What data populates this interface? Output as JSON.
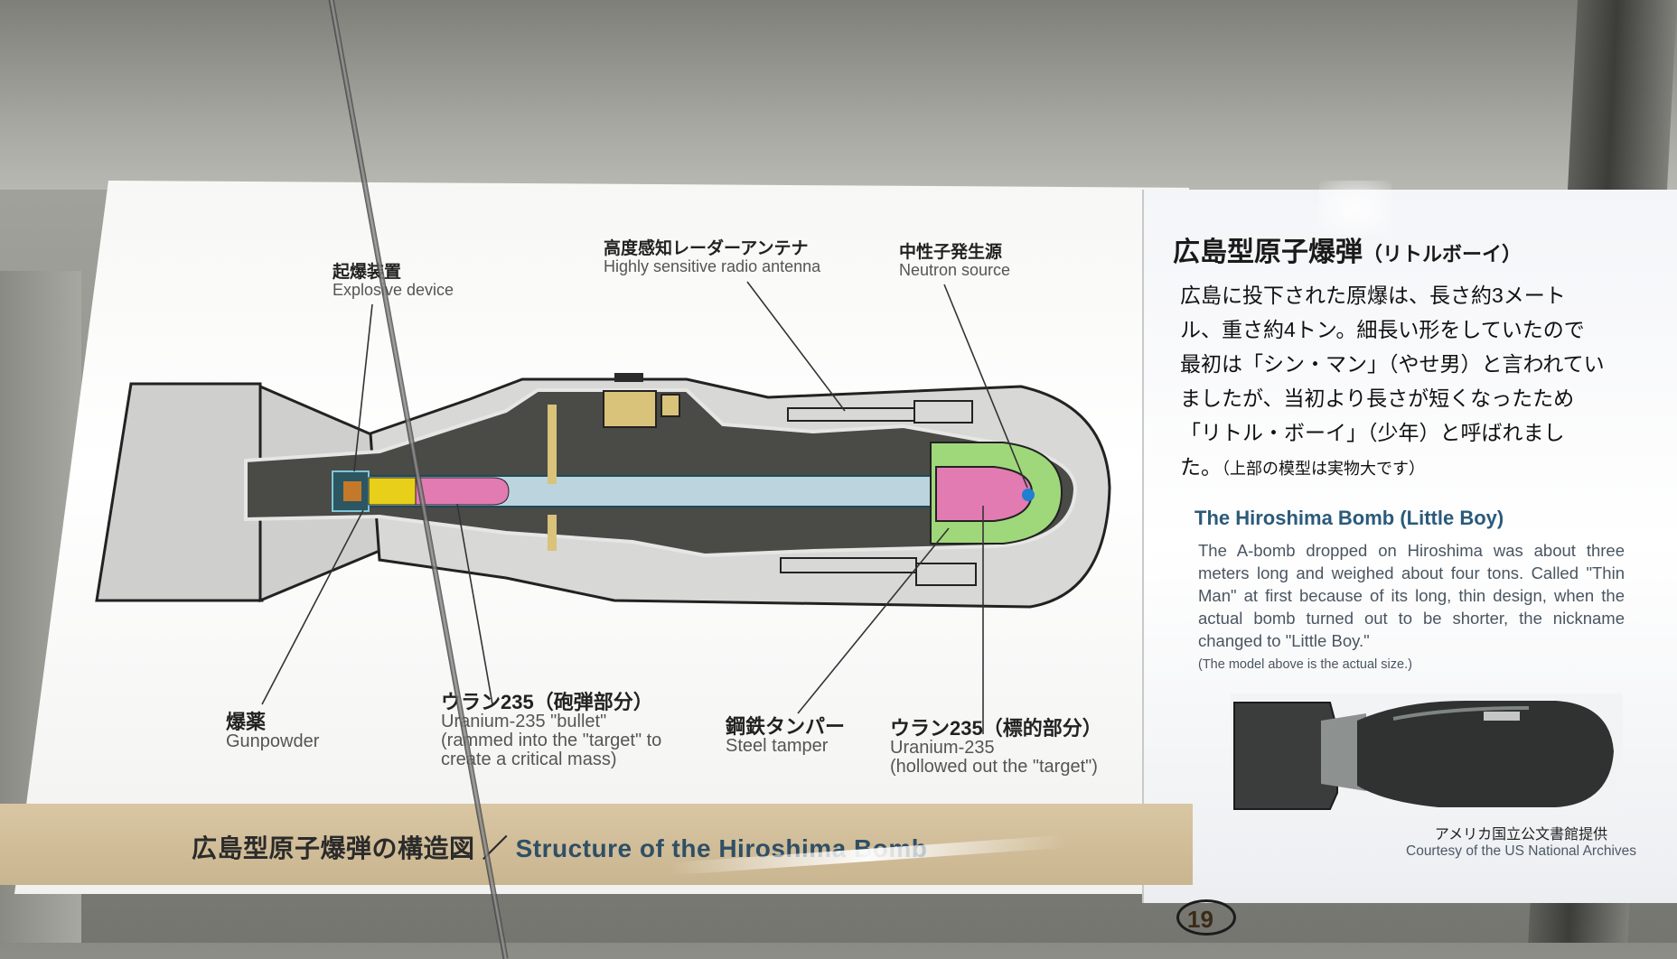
{
  "diagram": {
    "labels": {
      "explosive_device": {
        "jp": "起爆装置",
        "en": "Explosive device"
      },
      "radar_antenna": {
        "jp": "高度感知レーダーアンテナ",
        "en": "Highly sensitive radio antenna"
      },
      "neutron_source": {
        "jp": "中性子発生源",
        "en": "Neutron source"
      },
      "gunpowder": {
        "jp": "爆薬",
        "en": "Gunpowder"
      },
      "uranium_bullet": {
        "jp": "ウラン235（砲弾部分）",
        "en_line1": "Uranium-235 \"bullet\"",
        "en_line2": "(rammed into the \"target\" to",
        "en_line3": "create a critical mass)"
      },
      "steel_tamper": {
        "jp": "鋼鉄タンパー",
        "en": "Steel tamper"
      },
      "uranium_target": {
        "jp": "ウラン235（標的部分）",
        "en_line1": "Uranium-235",
        "en_line2": "(hollowed out the \"target\")"
      }
    },
    "caption": {
      "jp": "広島型原子爆弾の構造図",
      "separator": "／",
      "en": "Structure of the Hiroshima Bomb"
    },
    "colors": {
      "casing": "#d8d8d6",
      "interior": "#4a4a47",
      "uranium": "#e27bb2",
      "tamper": "#9fd87a",
      "explosive": "#e8cf1a",
      "barrel": "#bcd4de",
      "neutron": "#1f7fd0",
      "component": "#d9c27a"
    }
  },
  "side_panel": {
    "title_jp": "広島型原子爆弾",
    "title_suffix": "（リトルボーイ）",
    "body_jp": "広島に投下された原爆は、長さ約3メートル、重さ約4トン。細長い形をしていたので最初は「シン・マン」（やせ男）と言われていましたが、当初より長さが短くなったため「リトル・ボーイ」（少年）と呼ばれました。",
    "note_jp": "（上部の模型は実物大です）",
    "title_en": "The Hiroshima Bomb (Little Boy)",
    "body_en": "The A-bomb dropped on Hiroshima was about three meters long and weighed about four tons. Called \"Thin Man\" at first because of its long, thin design, when the actual bomb turned out to be shorter, the nickname changed to \"Little Boy.\"",
    "note_en": "(The model above is the actual size.)",
    "credit_jp": "アメリカ国立公文書館提供",
    "credit_en": "Courtesy of the US National Archives"
  },
  "page_number": "19"
}
